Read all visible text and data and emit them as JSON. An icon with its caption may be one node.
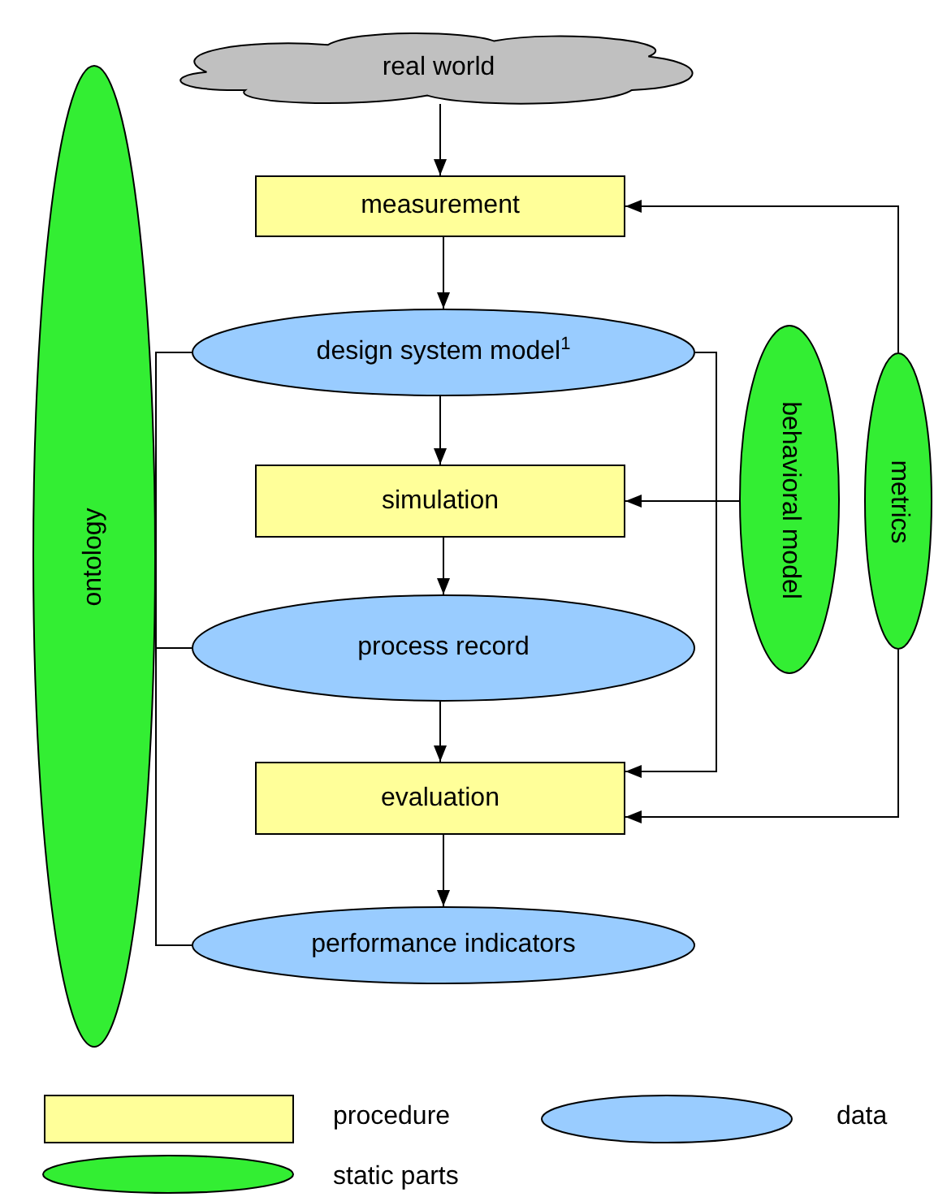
{
  "diagram": {
    "nodes": [
      {
        "text": [
          "real world"
        ]
      },
      {
        "text": [
          "measurement"
        ]
      },
      {
        "text": [
          "design system model$^{1}$"
        ]
      },
      {
        "text": [
          "simulation"
        ]
      },
      {
        "text": [
          "process record"
        ]
      },
      {
        "text": [
          "evaluation"
        ]
      },
      {
        "text": [
          "performance indicators"
        ]
      },
      {
        "text": [
          "ontology"
        ]
      },
      {
        "text": [
          "behavioral model"
        ]
      },
      {
        "text": [
          "metrics"
        ]
      }
    ],
    "edges": [
      {
        "from": 0,
        "to": 1,
        "arrow": "to"
      },
      {
        "from": 1,
        "to": 2,
        "arrow": "to"
      },
      {
        "from": 2,
        "to": 3,
        "arrow": "to"
      },
      {
        "from": 3,
        "to": 4,
        "arrow": "to"
      },
      {
        "from": 4,
        "to": 5,
        "arrow": "to"
      },
      {
        "from": 5,
        "to": 6,
        "arrow": "to"
      },
      {
        "from": 7,
        "to": 2,
        "arrow": "none"
      },
      {
        "from": 7,
        "to": 4,
        "arrow": "none"
      },
      {
        "from": 7,
        "to": 6,
        "arrow": "none"
      },
      {
        "from": 2,
        "to": 5,
        "arrow": "to"
      },
      {
        "from": 8,
        "to": 3,
        "arrow": "to"
      },
      {
        "from": 9,
        "to": 1,
        "arrow": "to"
      },
      {
        "from": 9,
        "to": 5,
        "arrow": "to"
      }
    ],
    "legend": [
      {
        "text": "procedure",
        "color": "#ffff99"
      },
      {
        "text": "data",
        "color": "#99ccff"
      },
      {
        "text": "static parts",
        "color": "#33ee33"
      }
    ]
  }
}
